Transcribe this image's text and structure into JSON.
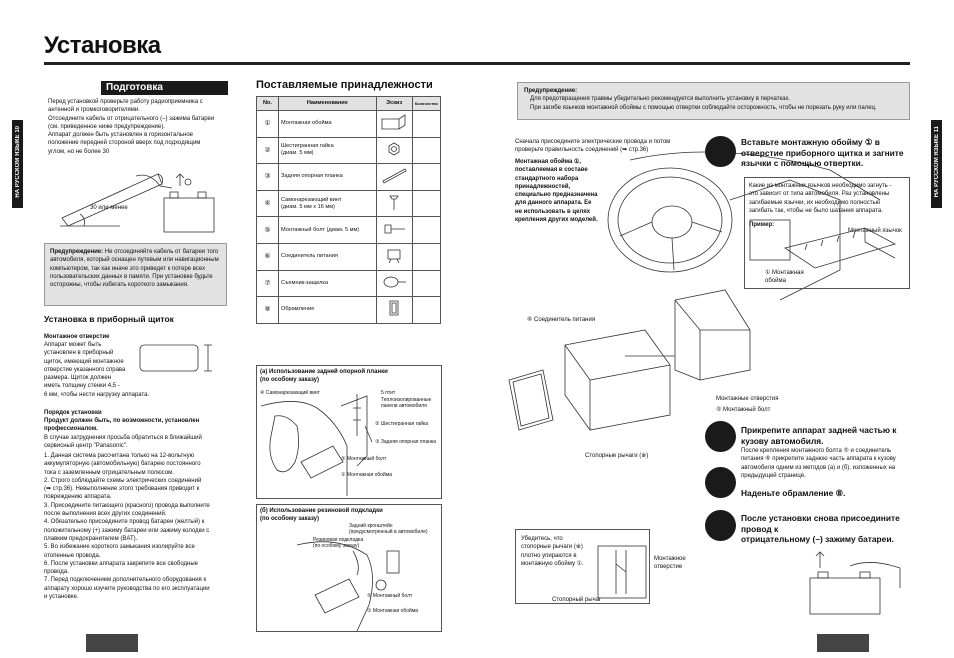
{
  "page_title": "Установка",
  "left_tab": "НА РУССКОМ ЯЗЫКЕ 10",
  "right_tab": "НА РУССКОМ ЯЗЫКЕ 11",
  "prep": {
    "heading": "Подготовка",
    "intro": "Перед установкой проверьте работу радиоприемника с\nантенной и громкоговорителями.\nОтсоедините кабель от отрицательного (–) зажима батареи\n(см. приведенное ниже предупреждение).\nАппарат должен быть установлен в горизонтальное\nположение передней стороной вверх под подходящим\nуглом, но не более 30",
    "angle_label": "30   или менее",
    "warning_label": "Предупреждение:",
    "warning_text": " Не отсоединяйте кабель от батареи того автомобиля, который оснащен путевым или навигационным компьютером, так как иначе это приведет к потере всех пользовательских данных в памяти. При установке будьте осторожны, чтобы избегать короткого замыкания."
  },
  "dashboard": {
    "heading": "Установка в приборный щиток",
    "opening_title": "Монтажное отверстие",
    "opening_text": "Аппарат может быть\nустановлен в приборный\nщиток, имеющий монтажное\nотверстие указанного справа\nразмера. Щиток должен\nиметь толщину стенки 4,5 -\n6 мм, чтобы нести нагрузку аппарата.",
    "order_title": "Порядок установки",
    "order_bold": "Продукт должен быть, по возможности, установлен\nпрофессионалом.",
    "order_intro": "В случае затруднения просьба обратиться в ближайший\nсервисный центр \"Panasonic\".",
    "steps": [
      "1.  Данная система рассчитана только на 12-вольтную\n     аккумуляторную (автомобильную) батарею постоянного\n     тока с заземленным отрицательным полюсом.",
      "2.  Строго соблюдайте схемы электрических соединений\n     (➡ стр.36). Невыполнение этого требования приводит к\n     повреждению аппарата.",
      "3.  Присоедините питающего (красного) провода выполните\n     после выполнения всех других соединений.",
      "4.  Обязательно присоедините провод батареи (желтый) к\n     положительному (+) зажиму батареи или зажиму колодки с\n     плавким предохранителем (BAT).",
      "5.  Во избежание короткого замыкания изолируйте все\n     отопенные провода.",
      "6.  После установки аппарата закрепите все свободные\n     провода.",
      "7.  Перед подключением дополнительного оборудования к\n     аппарату хорошо изучите руководства по его эксплуатации\n     и установке."
    ]
  },
  "accessories": {
    "heading": "Поставляемые принадлежности",
    "columns": [
      "No.",
      "Наименование",
      "Эскиз",
      "Количество"
    ],
    "rows": [
      {
        "no": "①",
        "name": "Монтажная обойма"
      },
      {
        "no": "②",
        "name": "Шестигранная гайка\n(диам. 5 мм)"
      },
      {
        "no": "③",
        "name": "Задняя опорная планка"
      },
      {
        "no": "④",
        "name": "Самонарезающий винт\n(диам. 5 мм x 16 мм)"
      },
      {
        "no": "⑤",
        "name": "Монтажный болт (диам. 5 мм)"
      },
      {
        "no": "⑥",
        "name": "Соединитель питания"
      },
      {
        "no": "⑦",
        "name": "Съемник-защелка"
      },
      {
        "no": "⑧",
        "name": "Обрамление"
      }
    ]
  },
  "strip_a": {
    "title": "(а) Использование задней опорной планки\n     (по особому заказу)",
    "labels": {
      "screw": "④ Самонарезающий винт",
      "stud": "5 птит",
      "bolt_text": "Теплоизолированные\nпанели автомобиля",
      "nut": "② Шестигранная гайка",
      "strap": "③ Задняя опорная планка",
      "mbolt": "⑤ Монтажный болт",
      "sleeve": "① Монтажная обойма"
    }
  },
  "strip_b": {
    "title": "(б) Использование резиновой подкладки\n     (по особому заказу)",
    "labels": {
      "rear": "Задний кронштейн\n(предусмотренный в автомобиле)",
      "rubber": "Резиновая подкладка\n(по особому заказу)",
      "mbolt": "⑤ Монтажный болт",
      "sleeve": "① Монтажная обойма"
    }
  },
  "right_warning": {
    "label": "Предупреждение:",
    "text": "Для предотвращения травмы убедительно рекомендуется выполнить установку в перчатках.\nПри загибе язычков монтажной обоймы с помощью отвертки соблюдайте осторожность, чтобы не порезать руку или палец."
  },
  "right_intro": "Сначала присоедините электрические провода и потом\nпроверьте правильность соединений (➡ стр.36)",
  "sleeve_note": "Монтажная обойма ①,\nпоставляемая в составе\nстандартного набора\nпринадлежностей,\nспециально предназначена\nдля данного аппарата. Ее\nне использовать в целях\nкрепления других моделей.",
  "steps_right": {
    "s1": "Вставьте монтажную обойму ① в\nотверстие приборного щитка и загните\nязычки с помощью отвертки.",
    "s1_box": "Какие из монтажных язычков необходимо загнуть -\nэто зависит от типа автомобиля. Раз установлены\nзагибаемые язычки, их необходимо полностью\nзагибать так, чтобы не было шатания аппарата.",
    "s1_example": "Пример:",
    "s1_tab": "Монтажный язычок",
    "s1_sleeve": "① Монтажная\n    обойма",
    "s2": "Прикрепите аппарат задней частью к\nкузову автомобиля.",
    "s2_text": "После крепления монтажного болта ⑤ и соединитель\nпитания ⑥ прикрепите заднюю часть аппарата к кузову\nавтомобиля одним из методов (а) и (б), изложенных на\nпредыдущей странице.",
    "s3": "Наденьте обрамление ⑧.",
    "s4": "После установки снова присоедините провод к\nотрицательному (–) зажиму батареи."
  },
  "diagram_labels": {
    "power": "⑥ Соединитель питания",
    "holes": "Монтажные отверстия",
    "bolt": "⑤ Монтажный болт",
    "levers": "Стопорные рычаги (※)",
    "check": "Убедитесь, что\nстопорные рычаги (※)\nплотно упираются в\nмонтажную обойму ①.",
    "mhole": "Монтажное\nотверстие",
    "lever": "Стопорный рычаг"
  }
}
